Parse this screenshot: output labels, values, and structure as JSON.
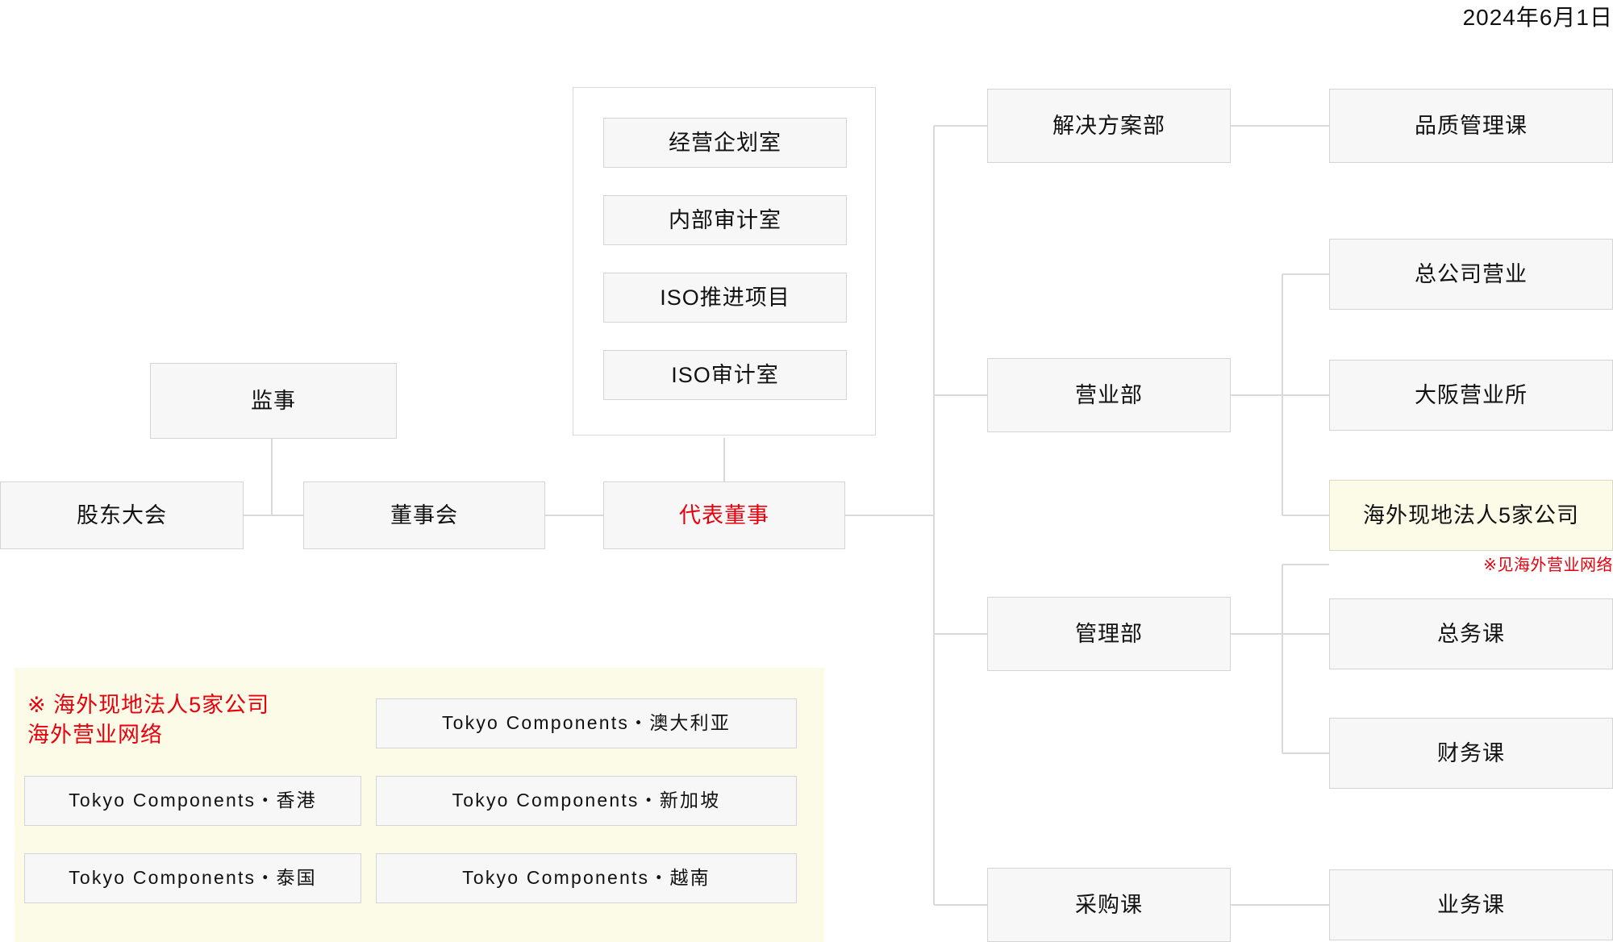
{
  "header": {
    "date": "2024年6月1日"
  },
  "colors": {
    "accent_red": "#e8000d",
    "box_fill": "#f7f7f7",
    "box_border": "#d5d5d5",
    "highlight_fill": "#fbfbe8",
    "line": "#d9d9d9",
    "text": "#111111"
  },
  "governance": {
    "shareholders_meeting": "股东大会",
    "board_of_directors": "董事会",
    "representative_director": "代表董事",
    "auditor": "监事"
  },
  "staff_offices": [
    {
      "label": "经营企划室"
    },
    {
      "label": "内部审计室"
    },
    {
      "label": "ISO推进项目"
    },
    {
      "label": "ISO审计室"
    }
  ],
  "divisions": [
    {
      "label": "解决方案部",
      "children": [
        {
          "label": "品质管理课",
          "highlight": false
        }
      ]
    },
    {
      "label": "营业部",
      "children": [
        {
          "label": "总公司营业",
          "highlight": false
        },
        {
          "label": "大阪营业所",
          "highlight": false
        },
        {
          "label": "海外现地法人5家公司",
          "highlight": true,
          "note": "※见海外营业网络"
        }
      ]
    },
    {
      "label": "管理部",
      "children": [
        {
          "label": "总务课",
          "highlight": false
        },
        {
          "label": "财务课",
          "highlight": false
        }
      ]
    },
    {
      "label": "采购课",
      "children": [
        {
          "label": "业务课",
          "highlight": false
        }
      ]
    }
  ],
  "legend": {
    "title": "※ 海外现地法人5家公司\n海外营业网络",
    "companies": [
      {
        "label": "Tokyo Components・香港"
      },
      {
        "label": "Tokyo Components・澳大利亚"
      },
      {
        "label": "Tokyo Components・泰国"
      },
      {
        "label": "Tokyo Components・新加坡"
      },
      {
        "label": "Tokyo Components・越南"
      }
    ]
  }
}
